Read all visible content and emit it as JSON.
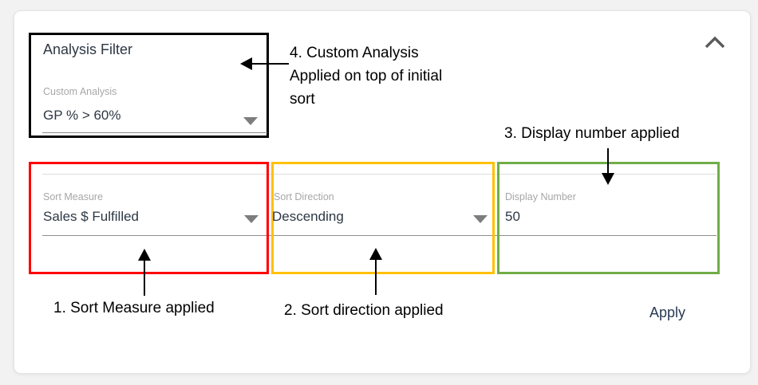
{
  "panel": {
    "title": "Analysis Filter",
    "collapse_icon": "chevron-up",
    "custom_analysis": {
      "label": "Custom Analysis",
      "value": "GP % > 60%"
    },
    "sort_measure": {
      "label": "Sort Measure",
      "value": "Sales $ Fulfilled"
    },
    "sort_direction": {
      "label": "Sort Direction",
      "value": "Descending"
    },
    "display_number": {
      "label": "Display Number",
      "value": "50"
    },
    "apply_label": "Apply"
  },
  "annotations": {
    "note1": "1. Sort Measure applied",
    "note2": "2. Sort direction applied",
    "note3": "3. Display number applied",
    "note4": "4. Custom Analysis\nApplied on top of initial\nsort"
  },
  "colors": {
    "highlight_black": "#000000",
    "highlight_red": "#ff0000",
    "highlight_gold": "#ffc000",
    "highlight_green": "#70ad47",
    "text_dark": "#2d3844",
    "label_gray": "#a7a7a7"
  }
}
